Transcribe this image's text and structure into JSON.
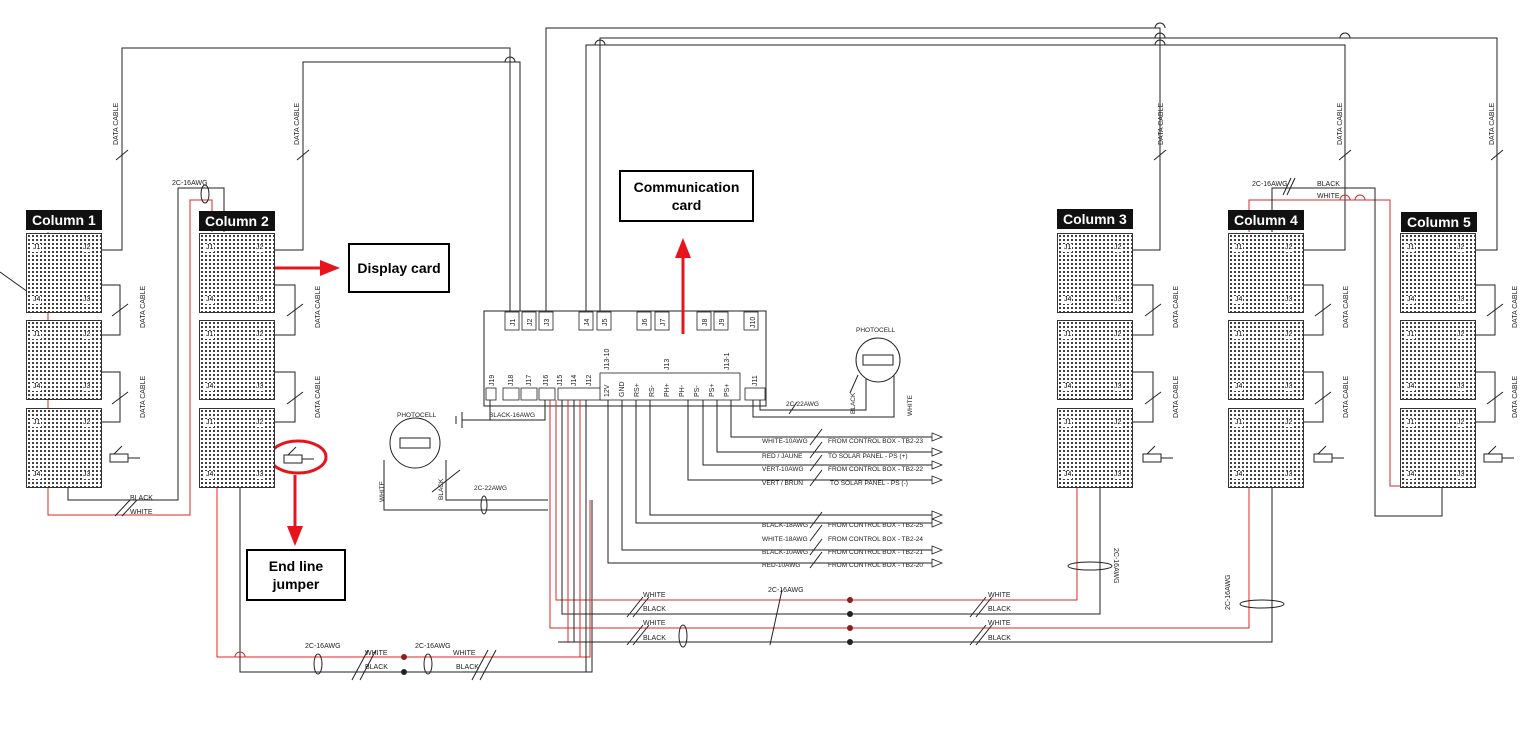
{
  "columns": [
    "Column 1",
    "Column 2",
    "Column 3",
    "Column 4",
    "Column 5"
  ],
  "callouts": {
    "display_card": "Display card",
    "communication_card": [
      "Communication",
      "card"
    ],
    "end_line_jumper": [
      "End line",
      "jumper"
    ]
  },
  "wire_labels": {
    "data_cable": "DATA CABLE",
    "cable_2c_16awg": "2C-16AWG",
    "cable_2c_22awg": "2C-22AWG",
    "black": "BLACK",
    "white": "WHITE",
    "black_16awg": "BLACK-16AWG",
    "photocell": "PHOTOCELL"
  },
  "panel_labels": {
    "j1": "J1",
    "j4": "J4",
    "j2": "J2",
    "j3": "J3"
  },
  "control_board": {
    "top_connectors": [
      "J1",
      "J2",
      "J3",
      "J4",
      "J5",
      "J6",
      "J7",
      "J8",
      "J9",
      "J10"
    ],
    "bottom_connectors": [
      "J19",
      "J18",
      "J17",
      "J16",
      "J15",
      "J14",
      "J12"
    ],
    "terminal_labels": [
      "12V",
      "GND",
      "RS+",
      "RS-",
      "PH+",
      "PH-",
      "PS-",
      "PS+",
      "PS+"
    ],
    "group_labels": [
      "J13-10",
      "J13",
      "J13-1",
      "J11"
    ]
  },
  "right_wiring": [
    {
      "wire": "WHITE-10AWG",
      "dest": "FROM CONTROL BOX - TB2-23"
    },
    {
      "wire": "RED / JAUNE",
      "dest": "TO SOLAR PANEL - PS (+)"
    },
    {
      "wire": "VERT-10AWG",
      "dest": "FROM CONTROL BOX - TB2-22"
    },
    {
      "wire": "VERT / BRUN",
      "dest": "TO SOLAR PANEL - PS (-)"
    }
  ],
  "bottom_wiring": [
    {
      "wire": "BLACK-18AWG",
      "dest": "FROM CONTROL BOX - TB2-25"
    },
    {
      "wire": "WHITE-18AWG",
      "dest": "FROM CONTROL BOX - TB2-24"
    },
    {
      "wire": "BLACK-10AWG",
      "dest": "FROM CONTROL BOX - TB2-21"
    },
    {
      "wire": "RED-10AWG",
      "dest": "FROM CONTROL BOX - TB2-20"
    }
  ],
  "colors": {
    "accent": "#e8141b",
    "line": "#222222",
    "red_wire": "#d42a2a"
  }
}
